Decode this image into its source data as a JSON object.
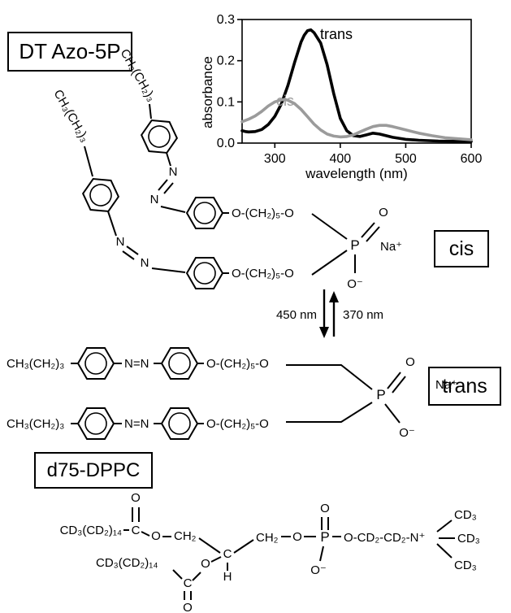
{
  "labels": {
    "dt_azo": "DT Azo-5P",
    "cis": "cis",
    "trans": "trans",
    "dppc": "d75-DPPC"
  },
  "switching": {
    "down_label": "450 nm",
    "up_label": "370 nm"
  },
  "cis_structure": {
    "alkyl1": "CH₃(CH₂)₃",
    "alkyl2": "CH₃(CH₂)₃",
    "n1": "N",
    "n2": "N",
    "n3": "N",
    "n4": "N",
    "linker1": "O-(CH₂)₅-O",
    "linker2": "O-(CH₂)₅-O",
    "p": "P",
    "o_dbl": "O",
    "o_minus": "O⁻",
    "na": "Na⁺"
  },
  "trans_structure": {
    "alkyl1": "CH₃(CH₂)₃",
    "alkyl2": "CH₃(CH₂)₃",
    "azo1": "N=N",
    "azo2": "N=N",
    "linker1": "O-(CH₂)₅-O",
    "linker2": "O-(CH₂)₅-O",
    "p": "P",
    "o_dbl": "O",
    "o_minus": "O⁻",
    "na": "Na⁺"
  },
  "dppc_structure": {
    "chain1": "CD₃(CD₂)₁₄",
    "chain2": "CD₃(CD₂)₁₄",
    "o_top": "O",
    "c1": "C",
    "ester_o1": "O",
    "ch2a": "CH₂",
    "backbone_c": "C",
    "backbone_h": "H",
    "ch2b": "CH₂",
    "o_link": "O",
    "p": "P",
    "p_o_dbl": "O",
    "p_o_minus": "O⁻",
    "headgroup": "O-CD₂-CD₂-N⁺",
    "cd3_up": "CD₃",
    "cd3_mid": "CD₃",
    "cd3_down": "CD₃",
    "c2": "C",
    "o_bottom": "O",
    "ester_o2": "O"
  },
  "chart_data": {
    "type": "line",
    "title": "",
    "xlabel": "wavelength (nm)",
    "ylabel": "absorbance",
    "xlim": [
      250,
      600
    ],
    "ylim": [
      0,
      0.3
    ],
    "xticks": [
      300,
      400,
      500,
      600
    ],
    "yticks": [
      0,
      0.1,
      0.2,
      0.3
    ],
    "grid": false,
    "frame": true,
    "legend_position": "inline-annotations",
    "series": [
      {
        "name": "trans",
        "color": "#000000",
        "x": [
          250,
          255,
          260,
          270,
          280,
          290,
          300,
          310,
          320,
          330,
          340,
          345,
          350,
          355,
          360,
          370,
          380,
          390,
          400,
          410,
          420,
          430,
          440,
          450,
          460,
          470,
          480,
          500,
          520,
          550,
          600
        ],
        "y": [
          0.03,
          0.028,
          0.027,
          0.028,
          0.033,
          0.045,
          0.065,
          0.095,
          0.14,
          0.195,
          0.245,
          0.262,
          0.273,
          0.275,
          0.268,
          0.243,
          0.19,
          0.12,
          0.06,
          0.03,
          0.018,
          0.016,
          0.02,
          0.024,
          0.022,
          0.018,
          0.014,
          0.009,
          0.007,
          0.005,
          0.004
        ]
      },
      {
        "name": "cis",
        "color": "#9b9b9b",
        "x": [
          250,
          260,
          270,
          280,
          290,
          300,
          310,
          315,
          320,
          330,
          340,
          350,
          360,
          370,
          380,
          390,
          400,
          410,
          420,
          430,
          440,
          450,
          460,
          470,
          480,
          490,
          500,
          520,
          540,
          560,
          600
        ],
        "y": [
          0.052,
          0.058,
          0.066,
          0.077,
          0.09,
          0.1,
          0.105,
          0.106,
          0.104,
          0.096,
          0.082,
          0.064,
          0.046,
          0.032,
          0.022,
          0.017,
          0.015,
          0.016,
          0.02,
          0.027,
          0.034,
          0.04,
          0.043,
          0.043,
          0.04,
          0.036,
          0.032,
          0.024,
          0.018,
          0.013,
          0.008
        ]
      }
    ]
  }
}
